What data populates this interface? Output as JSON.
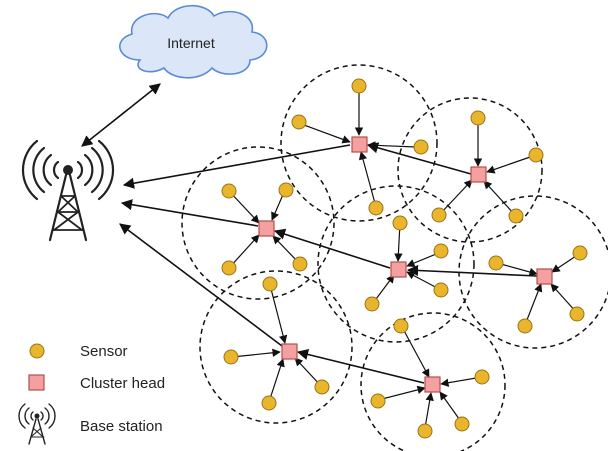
{
  "internet_label": "Internet",
  "legend": {
    "sensor_label": "Sensor",
    "cluster_head_label": "Cluster head",
    "base_station_label": "Base station"
  },
  "colors": {
    "sensor_fill": "#e8b52c",
    "sensor_stroke": "#9a7416",
    "cluster_head_fill": "#f4a0a0",
    "cluster_head_stroke": "#b05050",
    "cloud_fill": "#dbe7f8",
    "cloud_stroke": "#5b8ad6",
    "link": "#111111"
  },
  "icons": [
    "cloud-icon",
    "antenna-tower-icon",
    "sensor-icon",
    "cluster-head-icon"
  ]
}
